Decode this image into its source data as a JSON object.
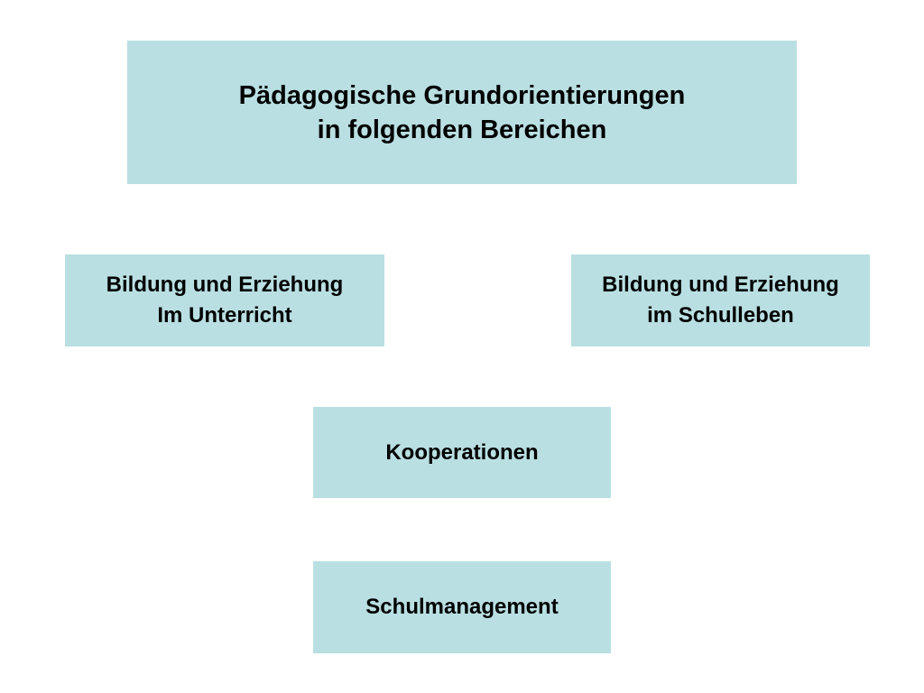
{
  "slide": {
    "title": {
      "line1": "Pädagogische Grundorientierungen",
      "line2": "in folgenden Bereichen"
    },
    "boxes": {
      "unterricht": {
        "line1": "Bildung und Erziehung",
        "line2": "Im Unterricht"
      },
      "schulleben": {
        "line1": "Bildung und Erziehung",
        "line2": "im Schulleben"
      },
      "kooperationen": {
        "line1": "Kooperationen"
      },
      "schulmanagement": {
        "line1": "Schulmanagement"
      }
    }
  },
  "colors": {
    "box_fill": "#b9dfe2",
    "text": "#000000",
    "background": "#ffffff"
  }
}
